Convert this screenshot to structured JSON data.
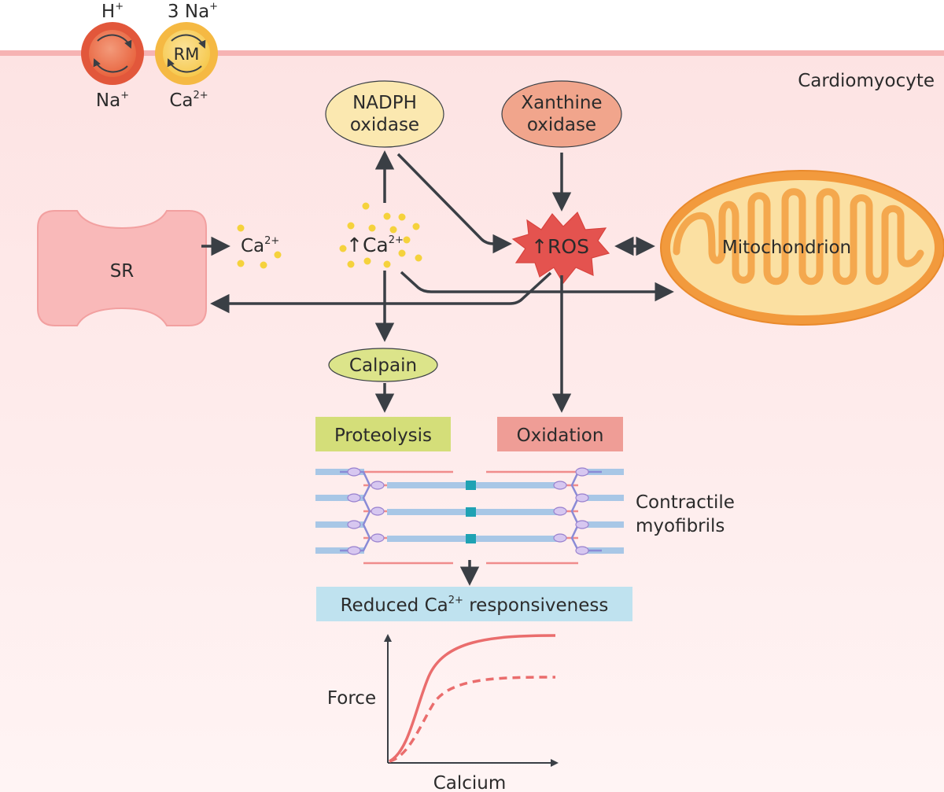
{
  "cell_label": "Cardiomyocyte",
  "exchangers": {
    "nhe": {
      "top": "H",
      "top_sup": "+",
      "bottom": "Na",
      "bottom_sup": "+"
    },
    "ncx": {
      "top": "3 Na",
      "top_sup": "+",
      "center": "RM",
      "bottom": "Ca",
      "bottom_sup": "2+"
    }
  },
  "nadph": {
    "line1": "NADPH",
    "line2": "oxidase"
  },
  "xanthine": {
    "line1": "Xanthine",
    "line2": "oxidase"
  },
  "sr": "SR",
  "ca_release": {
    "base": "Ca",
    "sup": "2+"
  },
  "ca_rise": {
    "arrow": "↑",
    "base": "Ca",
    "sup": "2+"
  },
  "ros": {
    "arrow": "↑",
    "label": "ROS"
  },
  "mitochondrion": "Mitochondrion",
  "calpain": "Calpain",
  "proteolysis": "Proteolysis",
  "oxidation": "Oxidation",
  "myofibrils": {
    "line1": "Contractile",
    "line2": "myofibrils"
  },
  "reduced": {
    "pre": "Reduced Ca",
    "sup": "2+",
    "post": " responsiveness"
  },
  "graph": {
    "ylabel": "Force",
    "xlabel": "Calcium"
  },
  "colors": {
    "cytoplasm": "#fde3e3",
    "membrane": "#f6b3b3",
    "arrow": "#3a3f45",
    "nadph_fill": "#fbe8b0",
    "xanthine_fill": "#f1a58c",
    "ros_fill": "#e4534f",
    "calpain_fill": "#dce48a",
    "proteolysis_fill": "#d4de79",
    "oxidation_fill": "#ef9d96",
    "reduced_fill": "#bfe2ef",
    "mito_outer": "#f29a3d",
    "mito_inner": "#fbe0a2",
    "curve": "#ea6d6d"
  }
}
